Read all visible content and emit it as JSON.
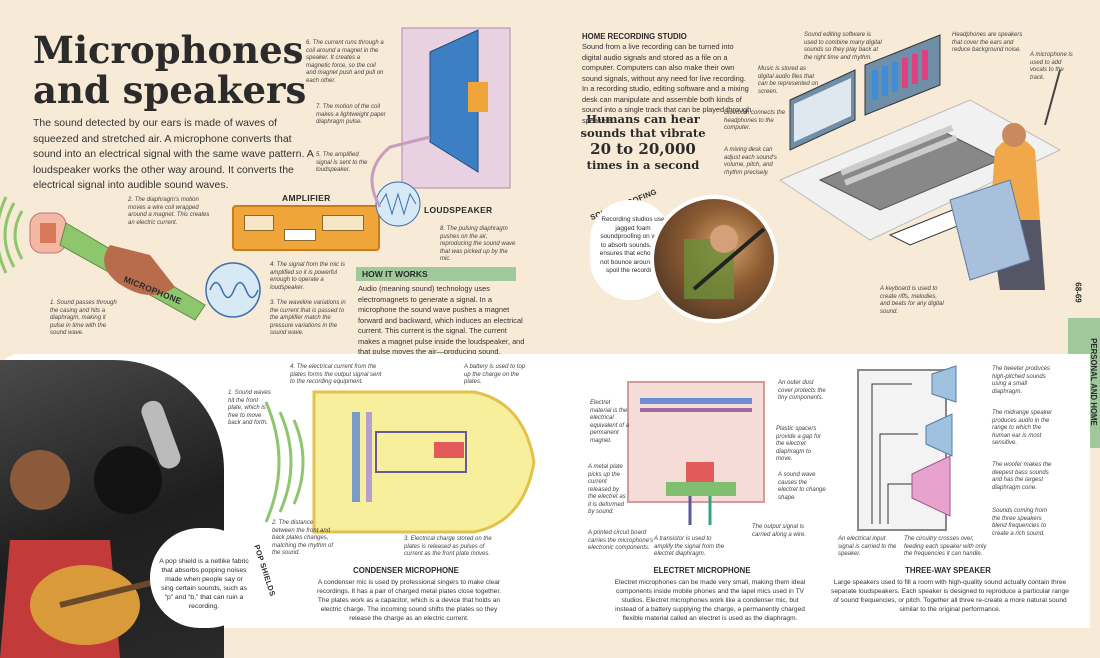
{
  "page": {
    "title": "Microphones and speakers",
    "intro": "The sound detected by our ears is made of waves of squeezed and stretched air. A microphone converts that sound into an electrical signal with the same wave pattern. A loudspeaker works the other way around. It converts the electrical signal into audible sound waves.",
    "page_numbers": "68-69",
    "side_tab": "PERSONAL AND HOME TECHNOLOGY"
  },
  "top_left": {
    "microphone_label": "MICROPHONE",
    "amplifier_label": "AMPLIFIER",
    "loudspeaker_label": "LOUDSPEAKER",
    "step1": "1. Sound passes through the casing and hits a diaphragm, making it pulse in time with the sound wave.",
    "step2": "2. The diaphragm's motion moves a wire coil wrapped around a magnet. This creates an electric current.",
    "step3": "3. The waveline variations in the current that is passed to the amplifier match the pressure variations in the sound wave.",
    "step4": "4. The signal from the mic is amplified so it is powerful enough to operate a loudspeaker.",
    "step5": "5. The amplified signal is sent to the loudspeaker.",
    "step6": "6. The current runs through a coil around a magnet in the speaker. It creates a magnetic force, so the coil and magnet push and pull on each other.",
    "step7": "7. The motion of the coil makes a lightweight paper diaphragm pulse.",
    "step8": "8. The pulsing diaphragm pushes on the air, reproducing the sound wave that was picked up by the mic."
  },
  "how_it_works": {
    "heading": "HOW IT WORKS",
    "text": "Audio (meaning sound) technology uses electromagnets to generate a signal. In a microphone the sound wave pushes a magnet forward and backward, which induces an electrical current. This current is the signal. The current makes a magnet pulse inside the loudspeaker, and that pulse moves the air—producing sound."
  },
  "studio": {
    "heading": "HOME RECORDING STUDIO",
    "text": "Sound from a live recording can be turned into digital audio signals and stored as a file on a computer. Computers can also make their own sound signals, without any need for live recording. In a recording studio, editing software and a mixing desk can manipulate and assemble both kinds of sound into a single track that can be played through speakers.",
    "big_fact_l1": "Humans can hear",
    "big_fact_l2": "sounds that vibrate",
    "big_fact_l3": "20 to 20,000",
    "big_fact_l4": "times in a second",
    "soundproofing_label": "SOUNDPROOFING",
    "soundproofing_text": "Recording studios use jagged foam soundproofing on walls to absorb sounds. This ensures that echoes do not bounce around and spoil the recording.",
    "editing_software": "Sound editing software is used to combine many digital sounds so they play back at the right time and rhythm.",
    "headphones": "Headphones are speakers that cover the ears and reduce background noise.",
    "music": "Music is stored as digital audio files that can be represented on screen.",
    "microphone": "A microphone is used to add vocals to the track.",
    "bluetooth": "Bluetooth connects the headphones to the computer.",
    "mixing_desk": "A mixing desk can adjust each sound's volume, pitch, and rhythm precisely.",
    "keyboard": "A keyboard is used to create riffs, melodies, and beats for any digital sound."
  },
  "pop_shields": {
    "label": "POP SHIELDS",
    "text": "A pop shield is a netlike fabric that absorbs popping noises made when people say or sing certain sounds, such as “p” and “b,” that can ruin a recording."
  },
  "condenser": {
    "heading": "CONDENSER MICROPHONE",
    "text": "A condenser mic is used by professional singers to make clear recordings. It has a pair of charged metal plates close together. The plates work as a capacitor, which is a device that holds an electric charge. The incoming sound shifts the plates so they release the charge as an electric current.",
    "n1": "1. Sound waves hit the front plate, which is free to move back and forth.",
    "n2": "2. The distance between the front and back plates changes, matching the rhythm of the sound.",
    "n3": "3. Electrical charge stored on the plates is released as pulses of current as the front plate moves.",
    "n4": "4. The electrical current from the plates forms the output signal sent to the recording equipment.",
    "battery": "A battery is used to top up the charge on the plates."
  },
  "electret": {
    "heading": "ELECTRET MICROPHONE",
    "text": "Electret microphones can be made very small, making them ideal components inside mobile phones and the lapel mics used in TV studios. Electret microphones work like a condenser mic, but instead of a battery supplying the charge, a permanently charged flexible material called an electret is used as the diaphragm.",
    "material": "Electret material is the electrical equivalent of a permanent magnet.",
    "plate": "A metal plate picks up the current released by the electret as it is deformed by sound.",
    "board": "A printed circuit board carries the microphone's electronic components.",
    "transistor": "A transistor is used to amplify the signal from the electret diaphragm.",
    "cover": "An outer dust cover protects the tiny components.",
    "spacers": "Plastic spacers provide a gap for the electret diaphragm to move.",
    "wave": "A sound wave causes the electret to change shape.",
    "output": "The output signal is carried along a wire."
  },
  "three_way": {
    "heading": "THREE-WAY SPEAKER",
    "text": "Large speakers used to fill a room with high-quality sound actually contain three separate loudspeakers. Each speaker is designed to reproduce a particular range of sound frequencies, or pitch. Together all three re-create a more natural sound similar to the original performance.",
    "input": "An electrical input signal is carried to the speaker.",
    "circuitry": "The circuitry crosses over, feeding each speaker with only the frequencies it can handle.",
    "tweeter": "The tweeter produces high-pitched sounds using a small diaphragm.",
    "midrange": "The midrange speaker produces audio in the range to which the human ear is most sensitive.",
    "woofer": "The woofer makes the deepest bass sounds and has the largest diaphragm cone.",
    "sounds": "Sounds coming from the three speakers blend frequencies to create a rich sound."
  }
}
